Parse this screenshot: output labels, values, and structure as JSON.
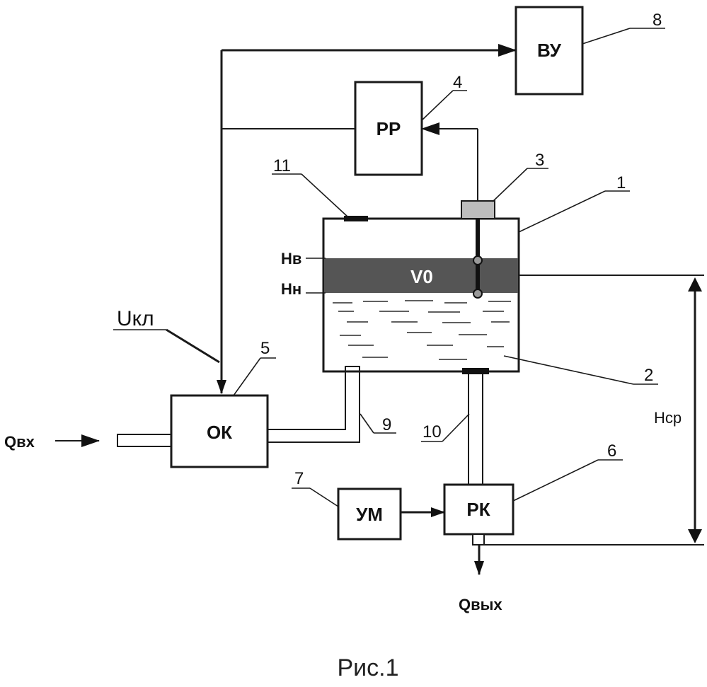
{
  "blocks": {
    "vu": "ВУ",
    "rr": "РР",
    "ok": "ОК",
    "rk": "РК",
    "um": "УМ"
  },
  "tank": {
    "v0": "V0",
    "level_high": "Нв",
    "level_low": "Нн"
  },
  "labels": {
    "q_in": "Qвх",
    "q_out": "Qвых",
    "u_kl": "Uкл",
    "h_sr": "Нср"
  },
  "numbers": {
    "n1": "1",
    "n2": "2",
    "n3": "3",
    "n4": "4",
    "n5": "5",
    "n6": "6",
    "n7": "7",
    "n8": "8",
    "n9": "9",
    "n10": "10",
    "n11": "11"
  },
  "caption": "Рис.1"
}
